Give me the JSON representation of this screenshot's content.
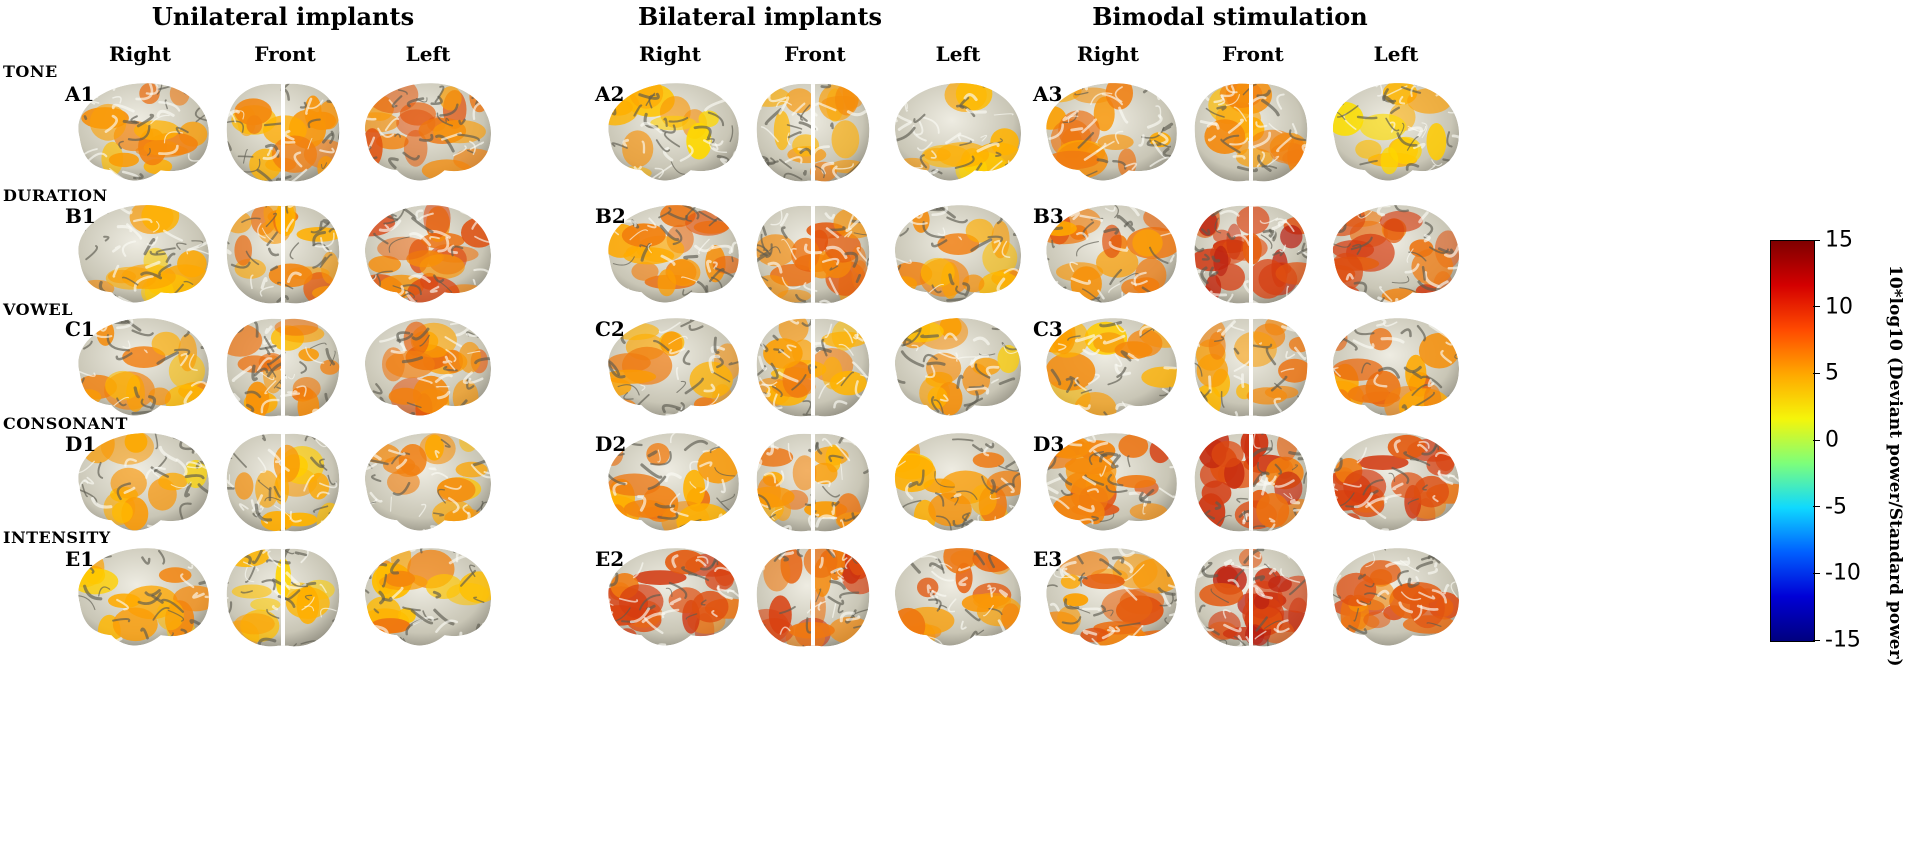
{
  "groups": [
    {
      "title": "Unilateral implants",
      "suffix": "1"
    },
    {
      "title": "Bilateral implants",
      "suffix": "2"
    },
    {
      "title": "Bimodal stimulation",
      "suffix": "3"
    }
  ],
  "views": [
    "Right",
    "Front",
    "Left"
  ],
  "rows": [
    {
      "name": "TONE",
      "letter": "A"
    },
    {
      "name": "DURATION",
      "letter": "B"
    },
    {
      "name": "VOWEL",
      "letter": "C"
    },
    {
      "name": "CONSONANT",
      "letter": "D"
    },
    {
      "name": "INTENSITY",
      "letter": "E"
    }
  ],
  "panel_labels": [
    [
      "A1",
      "A2",
      "A3"
    ],
    [
      "B1",
      "B2",
      "B3"
    ],
    [
      "C1",
      "C2",
      "C3"
    ],
    [
      "D1",
      "D2",
      "D3"
    ],
    [
      "E1",
      "E2",
      "E3"
    ]
  ],
  "activation_levels": [
    [
      [
        0.45,
        0.45,
        0.55
      ],
      [
        0.3,
        0.4,
        0.3
      ],
      [
        0.45,
        0.45,
        0.25
      ]
    ],
    [
      [
        0.35,
        0.5,
        0.65
      ],
      [
        0.55,
        0.55,
        0.4
      ],
      [
        0.55,
        0.85,
        0.65
      ]
    ],
    [
      [
        0.4,
        0.45,
        0.55
      ],
      [
        0.4,
        0.45,
        0.35
      ],
      [
        0.35,
        0.45,
        0.5
      ]
    ],
    [
      [
        0.3,
        0.3,
        0.4
      ],
      [
        0.45,
        0.45,
        0.4
      ],
      [
        0.65,
        0.75,
        0.7
      ]
    ],
    [
      [
        0.35,
        0.3,
        0.4
      ],
      [
        0.7,
        0.7,
        0.55
      ],
      [
        0.55,
        0.9,
        0.6
      ]
    ]
  ],
  "colorbar": {
    "ticks": [
      "15",
      "10",
      "5",
      "0",
      "-5",
      "-10",
      "-15"
    ],
    "range": [
      -15,
      15
    ],
    "title": "10*log10  (Deviant power/Standard power)",
    "colors": [
      "#7f0000",
      "#d40000",
      "#ff4a00",
      "#ffa800",
      "#f5f50a",
      "#7dff7a",
      "#0fd9ff",
      "#0060ff",
      "#0000d6",
      "#00007f"
    ]
  }
}
